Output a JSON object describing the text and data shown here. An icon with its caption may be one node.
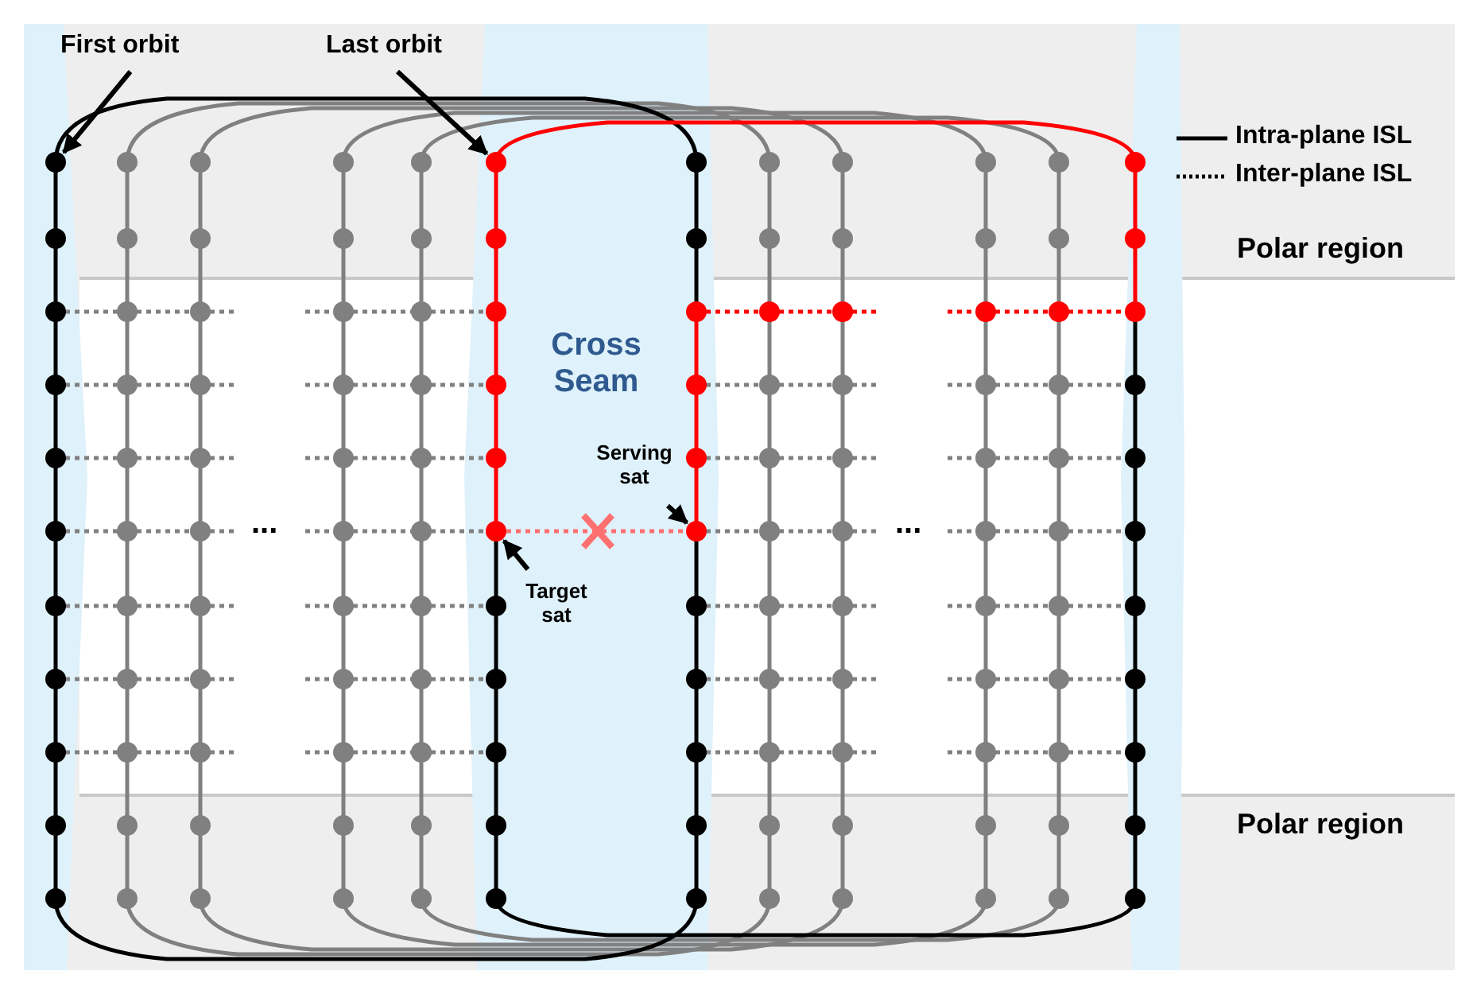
{
  "diagram": {
    "nodes": [
      {
        "text": [
          "First orbit"
        ]
      },
      {
        "text": [],
        "shape": "circle"
      },
      {
        "text": [
          "Last orbit"
        ]
      },
      {
        "text": [],
        "shape": "circle"
      },
      {
        "text": [
          "Serving sat"
        ]
      },
      {
        "text": [],
        "shape": "circle"
      },
      {
        "text": [
          "Target sat"
        ]
      },
      {
        "text": [],
        "shape": "circle"
      }
    ],
    "edges": [
      {
        "from": 0,
        "to": 1,
        "arrow": "to"
      },
      {
        "from": 2,
        "to": 3,
        "arrow": "to"
      },
      {
        "from": 4,
        "to": 5,
        "arrow": "to"
      },
      {
        "from": 6,
        "to": 7,
        "arrow": "to"
      },
      {
        "from": 7,
        "to": 5,
        "arrow": "none",
        "style": "dashed",
        "color": "#ff7070"
      }
    ],
    "labels": [
      "Polar region",
      "Cross Seam",
      "...",
      "...",
      "Polar region"
    ],
    "legend": [
      {
        "text": "Intra-plane ISL"
      },
      {
        "text": "Inter-plane ISL"
      }
    ]
  }
}
